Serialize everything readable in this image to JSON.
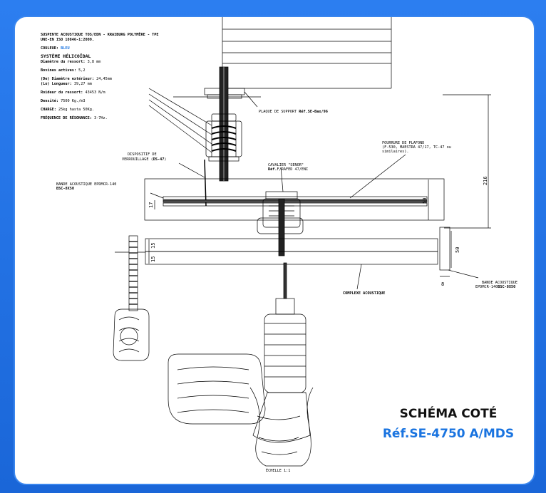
{
  "specs": {
    "line1_bold": "SUSPENTE ACOUSTIQUE TOS/EDN",
    "line1_rest": " - KRAIBURG POLYMÈRE - TPE",
    "line2": "UNE-EN ISO 10846-1:2009.",
    "color_label": "COULEUR:",
    "color_value": " BLEU",
    "system": "SYSTÈME HÉLICOÏDAL",
    "wire_label": "Diamètre du ressort:",
    "wire_value": " 3,8 mm",
    "coils_label": "Bovines actives:",
    "coils_value": " 5,2",
    "de_code": "(De)",
    "de_label": " Diamètre extérieur:",
    "de_value": " 24,45mm",
    "lo_code": "(Lo)",
    "lo_label": " Longueur:",
    "lo_value": " 39,27 mm",
    "stiff_label": "Roideur du ressort:",
    "stiff_value": " 43453 N/m",
    "density_label": "Densité:",
    "density_value": " 7500 Kg./m3",
    "charge_label": "CHARGE:",
    "charge_value": " 25kg hasta 50Kg.",
    "freq_label": "FRÉQUENCE DE RÉSONANCE:",
    "freq_value": " 3-7Hz."
  },
  "labels": {
    "support_plate": "PLAQUE DE SUPPORT ",
    "support_ref": "Réf.SE-Bax/96",
    "locking_1": "DISPOSITIF DE",
    "locking_2": "VERROUILLAGE (",
    "locking_ref": "DS-47",
    "locking_3": ")",
    "rider_1": "CAVALIER \"SENOR\"",
    "rider_ref": "Réf.",
    "rider_rest": "F/RAFED 47/ENI",
    "furring_1": "FOURRURE DE PLAFOND",
    "furring_2": "(F-530, MAESTRA 47/17, TC-47 ou",
    "furring_3": "similaires).",
    "band_left_1": "BANDE ACOUSTIQUE EPDMCR-140",
    "band_left_ref": "BSC-8X50",
    "band_right_1": "BANDE ACOUSTIQUE",
    "band_right_2": "EPDMCR-140",
    "band_right_ref": "BSC-8X50",
    "complex": "COMPLEXE ACOUSTIQUE",
    "scale": "ÉCHELLE 1:1"
  },
  "dimensions": {
    "d216": "216",
    "d50a": "50",
    "d17": "17",
    "d15a": "15",
    "d15b": "15",
    "d50b": "50",
    "d8": "8"
  },
  "caption": {
    "title": "SCHÉMA COTÉ",
    "ref": "Réf.SE-4750 A/MDS"
  },
  "colors": {
    "background": "#1f6ee0",
    "accent": "#1a74e0"
  }
}
